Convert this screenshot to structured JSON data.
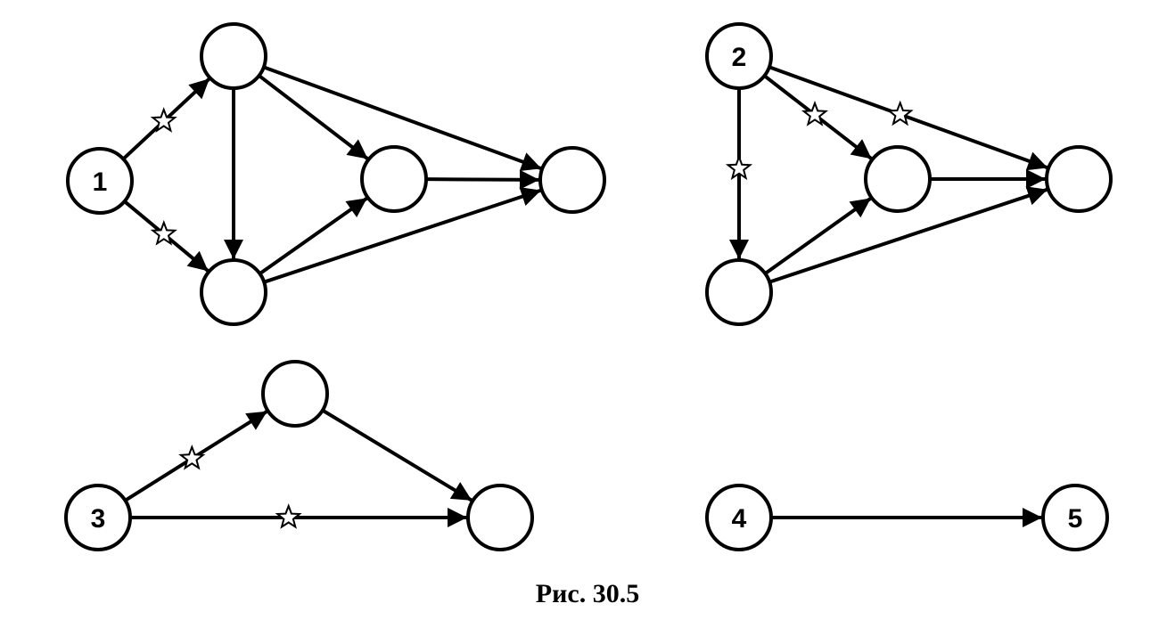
{
  "caption": "Рис. 30.5",
  "colors": {
    "ink": "#000000",
    "paper": "#ffffff"
  },
  "icons": {
    "edge_marker": "star-icon",
    "edge_head": "arrowhead-icon"
  },
  "nodes": [
    {
      "id": "g1_n1",
      "label": "1"
    },
    {
      "id": "g1_top",
      "label": ""
    },
    {
      "id": "g1_bottom",
      "label": ""
    },
    {
      "id": "g1_mid",
      "label": ""
    },
    {
      "id": "g1_right",
      "label": ""
    },
    {
      "id": "g2_n2",
      "label": "2"
    },
    {
      "id": "g2_bottom",
      "label": ""
    },
    {
      "id": "g2_mid",
      "label": ""
    },
    {
      "id": "g2_right",
      "label": ""
    },
    {
      "id": "g3_n3",
      "label": "3"
    },
    {
      "id": "g3_top",
      "label": ""
    },
    {
      "id": "g3_right",
      "label": ""
    },
    {
      "id": "g4_n4",
      "label": "4"
    },
    {
      "id": "g4_n5",
      "label": "5"
    }
  ],
  "edges": [
    {
      "from": "g1_n1",
      "to": "g1_top",
      "starred": true
    },
    {
      "from": "g1_n1",
      "to": "g1_bottom",
      "starred": true
    },
    {
      "from": "g1_top",
      "to": "g1_bottom",
      "starred": false
    },
    {
      "from": "g1_top",
      "to": "g1_mid",
      "starred": false
    },
    {
      "from": "g1_top",
      "to": "g1_right",
      "starred": false
    },
    {
      "from": "g1_mid",
      "to": "g1_right",
      "starred": false
    },
    {
      "from": "g1_bottom",
      "to": "g1_mid",
      "starred": false
    },
    {
      "from": "g1_bottom",
      "to": "g1_right",
      "starred": false
    },
    {
      "from": "g2_n2",
      "to": "g2_bottom",
      "starred": true
    },
    {
      "from": "g2_n2",
      "to": "g2_mid",
      "starred": true
    },
    {
      "from": "g2_n2",
      "to": "g2_right",
      "starred": true
    },
    {
      "from": "g2_mid",
      "to": "g2_right",
      "starred": false
    },
    {
      "from": "g2_bottom",
      "to": "g2_mid",
      "starred": false
    },
    {
      "from": "g2_bottom",
      "to": "g2_right",
      "starred": false
    },
    {
      "from": "g3_n3",
      "to": "g3_top",
      "starred": true
    },
    {
      "from": "g3_n3",
      "to": "g3_right",
      "starred": true
    },
    {
      "from": "g3_top",
      "to": "g3_right",
      "starred": false
    },
    {
      "from": "g4_n4",
      "to": "g4_n5",
      "starred": false
    }
  ]
}
